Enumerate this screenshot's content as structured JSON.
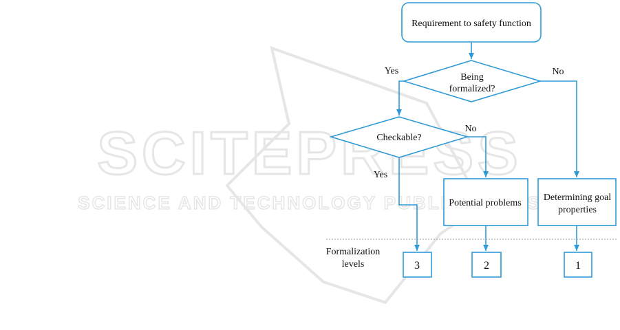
{
  "watermark": {
    "line1": "SCITEPRESS",
    "line2": "SCIENCE AND TECHNOLOGY PUBLICATIONS"
  },
  "flowchart": {
    "start": {
      "label": "Requirement to safety function"
    },
    "decision_formalized": {
      "line1": "Being",
      "line2": "formalized?",
      "yes_label": "Yes",
      "no_label": "No"
    },
    "decision_checkable": {
      "label": "Checkable?",
      "yes_label": "Yes",
      "no_label": "No"
    },
    "box_potential": {
      "label": "Potential problems"
    },
    "box_goal": {
      "line1": "Determining goal",
      "line2": "properties"
    },
    "levels_caption": {
      "line1": "Formalization",
      "line2": "levels"
    },
    "level_3": "3",
    "level_2": "2",
    "level_1": "1"
  },
  "colors": {
    "stroke": "#2e9ad6",
    "text": "#111111",
    "watermark": "#e6e6e6",
    "divider": "#999999"
  },
  "icons": [
    "arrow-head-icon"
  ]
}
